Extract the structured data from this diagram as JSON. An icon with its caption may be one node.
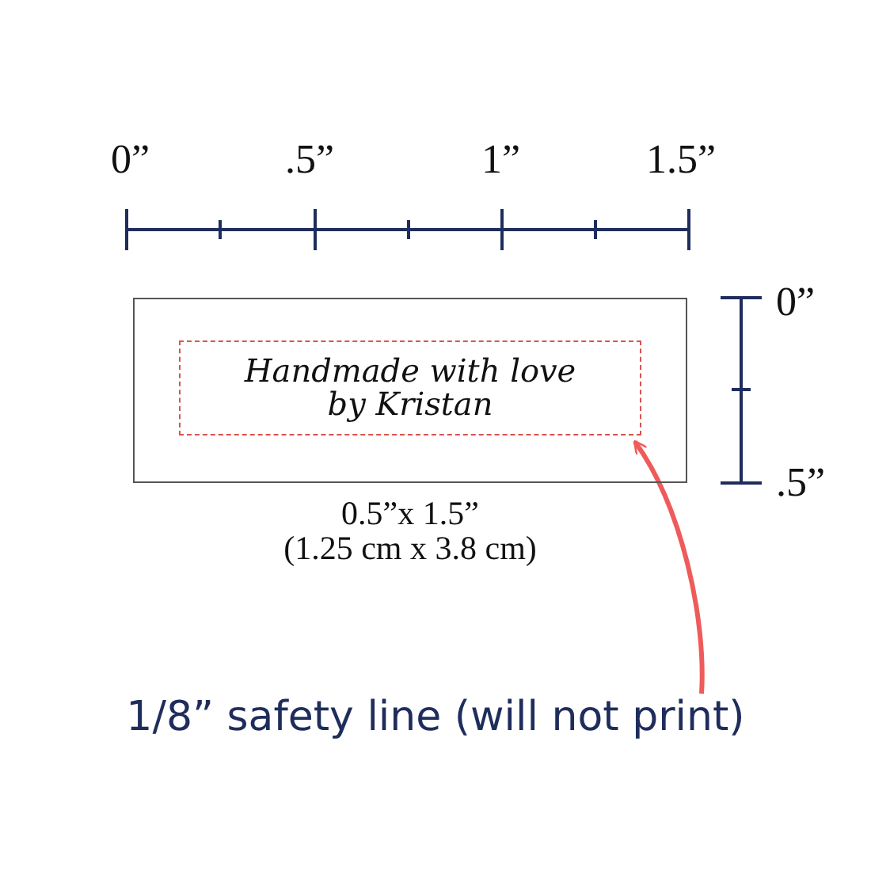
{
  "diagram": {
    "nodes": [
      {
        "text": [],
        "shape": "box"
      },
      {
        "text": [
          "Handmade with love by Kristan"
        ],
        "in": 0
      },
      {
        "text": [
          "1/8” safety line (will not print)"
        ]
      }
    ],
    "edges": [
      {
        "from": 2,
        "to": 1,
        "arrow": "to",
        "color": "#ef5b5b"
      }
    ],
    "labels": [
      "0”",
      ".5”",
      "1”",
      "1.5”",
      "0”",
      ".5”",
      "0.5”x 1.5”",
      "(1.25 cm x 3.8 cm)"
    ]
  }
}
